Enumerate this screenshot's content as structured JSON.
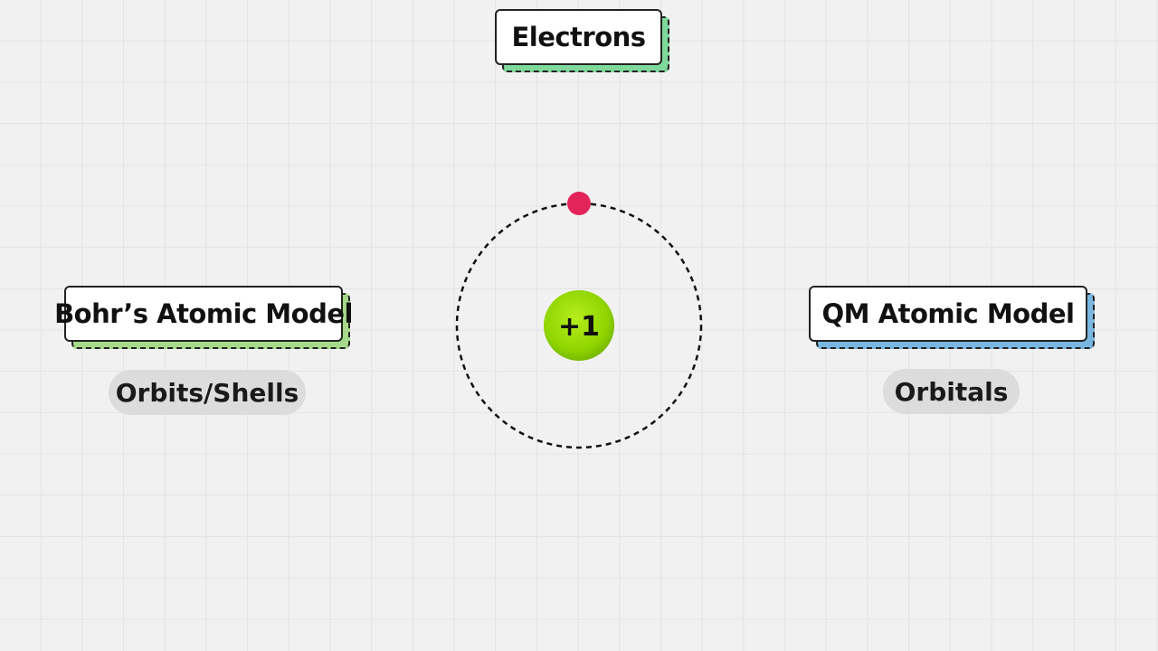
{
  "title": {
    "label": "Electrons",
    "shadow_color": "#7ed99a"
  },
  "bohr_model": {
    "label": "Bohr’s Atomic Model",
    "shadow_color": "#a6d98a",
    "concept": "Orbits/Shells"
  },
  "qm_model": {
    "label": "QM Atomic Model",
    "shadow_color": "#7ab7e0",
    "concept": "Orbitals"
  },
  "atom": {
    "nucleus_charge": "+1",
    "nucleus_color": "#8fd400",
    "electron_color": "#e2245a",
    "orbit_style": "dashed"
  }
}
